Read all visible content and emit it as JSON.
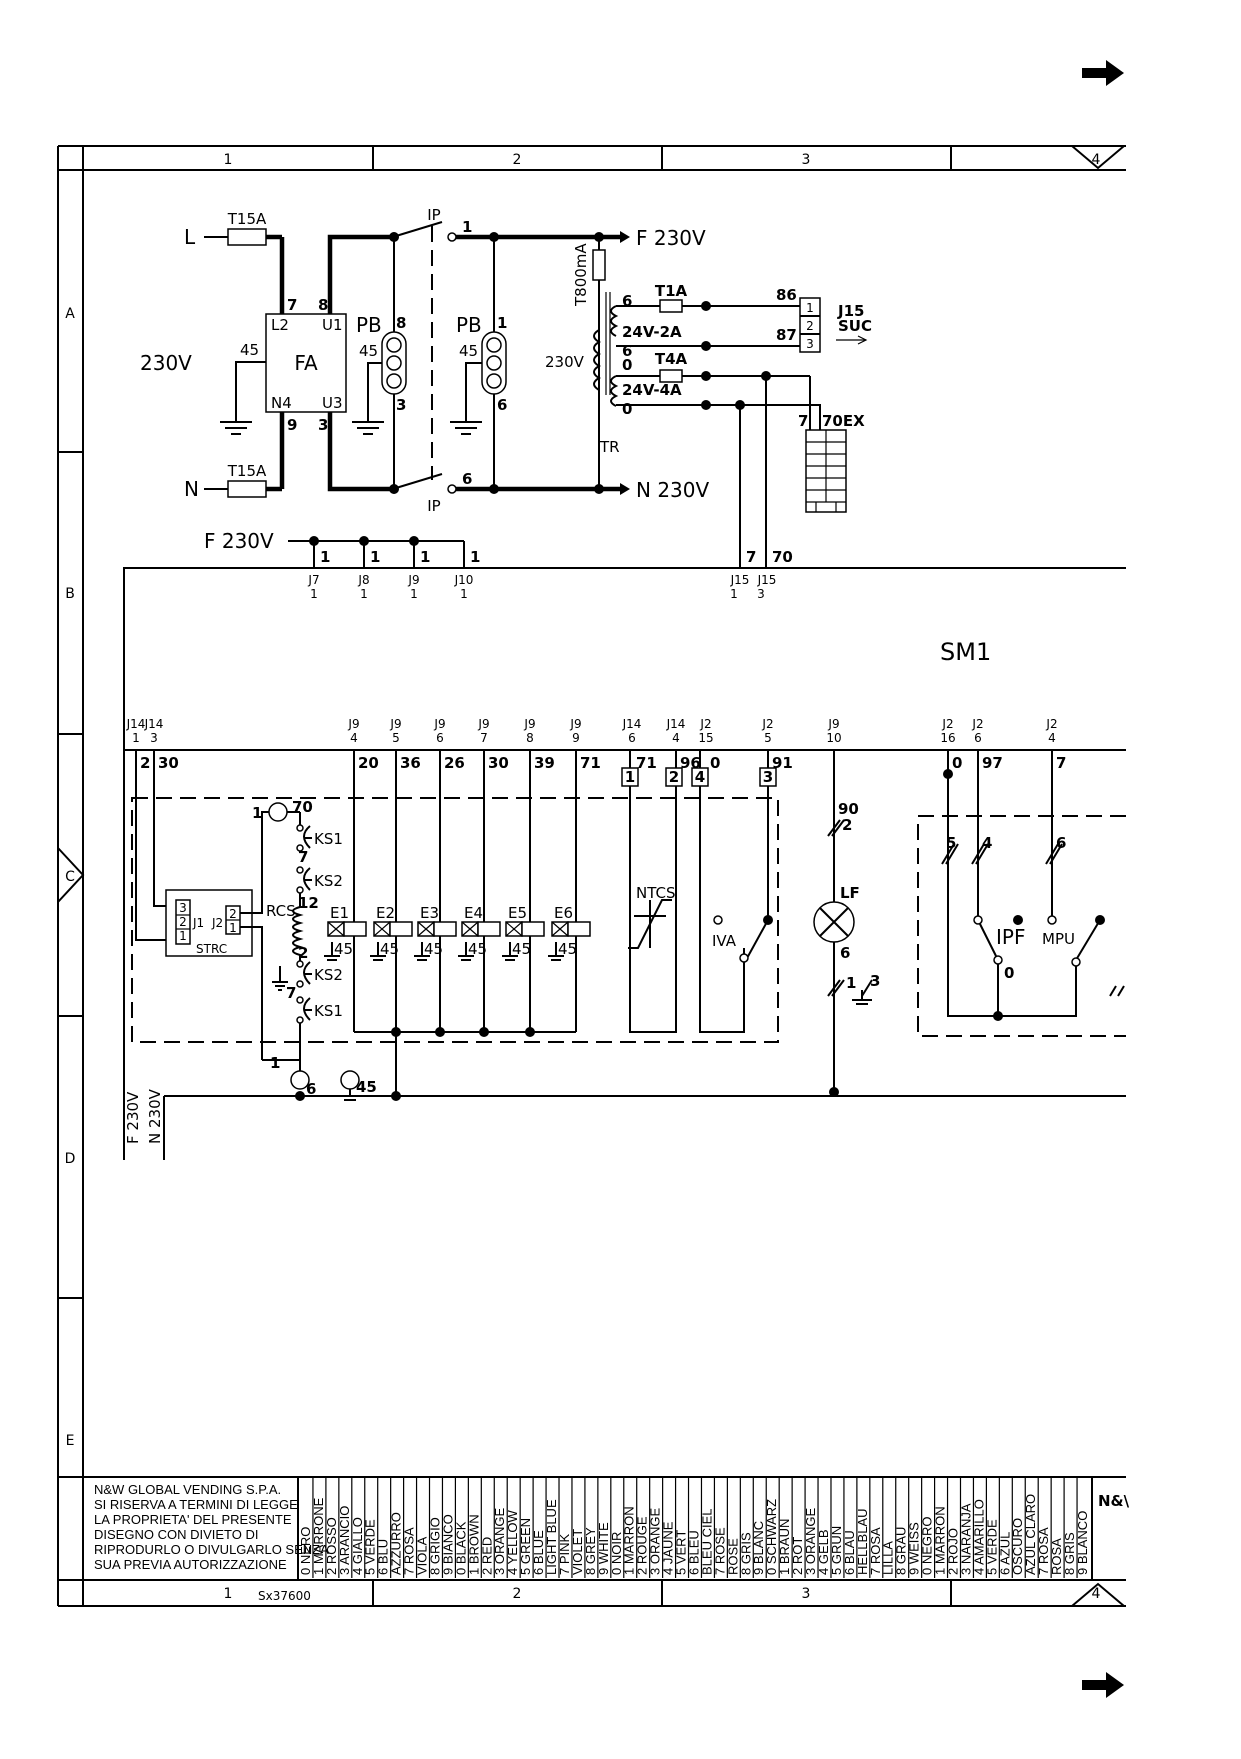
{
  "sheet": {
    "columns": [
      "1",
      "2",
      "3",
      "4"
    ],
    "rows": [
      "A",
      "B",
      "C",
      "D",
      "E"
    ],
    "drawing_number": "Sx37600"
  },
  "supply": {
    "line_label": "L",
    "neutral_label": "N",
    "fuse_l": "T15A",
    "fuse_n": "T15A",
    "voltage_left": "230V",
    "phase_out": "F 230V",
    "neutral_out": "N 230V",
    "phase_bus": "F 230V",
    "bottom_phase": "F 230V",
    "bottom_neutral": "N 230V"
  },
  "filter": {
    "name": "FA",
    "pins": [
      "L2",
      "U1",
      "N4",
      "U3"
    ],
    "wires": [
      "7",
      "8",
      "9",
      "3",
      "45"
    ]
  },
  "switches": {
    "ip_top": "IP",
    "ip_bottom": "IP",
    "ip_top_wire": "1",
    "ip_bottom_wire": "6",
    "pb1": {
      "name": "PB",
      "top": "8",
      "bottom": "3",
      "ground": "45"
    },
    "pb2": {
      "name": "PB",
      "top": "1",
      "bottom": "6",
      "ground": "45"
    }
  },
  "transformer": {
    "name": "TR",
    "fuse": "T800mA",
    "primary": "230V",
    "sec1": "24V-2A",
    "sec2": "24V-4A",
    "fuse1": "T1A",
    "fuse2": "T4A",
    "wires": [
      "6",
      "6",
      "0",
      "0"
    ],
    "out_86": "86",
    "out_87": "87",
    "j15": "J15",
    "suc": "SUC",
    "j15_pins": [
      "1",
      "2",
      "3"
    ],
    "ex_label": "70EX",
    "ex_wire": "7"
  },
  "bus_b": {
    "wires": [
      "1",
      "1",
      "1",
      "1",
      "7",
      "70"
    ],
    "connectors": [
      {
        "name": "J7",
        "pin": "1"
      },
      {
        "name": "J8",
        "pin": "1"
      },
      {
        "name": "J9",
        "pin": "1"
      },
      {
        "name": "J10",
        "pin": "1"
      },
      {
        "name": "J15",
        "pin": "1"
      },
      {
        "name": "J15",
        "pin": "3"
      }
    ]
  },
  "board": {
    "name": "SM1"
  },
  "bus_c": {
    "connectors": [
      {
        "name": "J14",
        "pin": "1",
        "wire": "2"
      },
      {
        "name": "J14",
        "pin": "3",
        "wire": "30"
      },
      {
        "name": "J9",
        "pin": "4",
        "wire": "20"
      },
      {
        "name": "J9",
        "pin": "5",
        "wire": "36"
      },
      {
        "name": "J9",
        "pin": "6",
        "wire": "26"
      },
      {
        "name": "J9",
        "pin": "7",
        "wire": "30"
      },
      {
        "name": "J9",
        "pin": "8",
        "wire": "39"
      },
      {
        "name": "J9",
        "pin": "9",
        "wire": "71"
      },
      {
        "name": "J14",
        "pin": "6",
        "wire": "71"
      },
      {
        "name": "J14",
        "pin": "4",
        "wire": "96"
      },
      {
        "name": "J2",
        "pin": "15",
        "wire": "0"
      },
      {
        "name": "J2",
        "pin": "5",
        "wire": "91"
      },
      {
        "name": "J9",
        "pin": "10",
        "wire": ""
      },
      {
        "name": "J2",
        "pin": "16",
        "wire": "0"
      },
      {
        "name": "J2",
        "pin": "6",
        "wire": "97"
      },
      {
        "name": "J2",
        "pin": "4",
        "wire": "7"
      }
    ],
    "boxed": [
      "1",
      "2",
      "4",
      "3"
    ]
  },
  "components": {
    "strc": "STRC",
    "strc_j1": "J1",
    "strc_j2": "J2",
    "strc_pins_left": [
      "3",
      "2",
      "1"
    ],
    "strc_pins_right": [
      "2",
      "1"
    ],
    "rcs": "RCS",
    "ks": [
      "KS1",
      "KS2",
      "KS2",
      "KS1"
    ],
    "ks_wires": [
      "1",
      "70",
      "7",
      "12",
      "2",
      "7",
      "1",
      "6",
      "45"
    ],
    "valves": [
      "E1",
      "E2",
      "E3",
      "E4",
      "E5",
      "E6"
    ],
    "valve_ground": "45",
    "ntcs": "NTCS",
    "iva": "IVA",
    "lf": "LF",
    "lf_wires": [
      "90",
      "2",
      "6",
      "1",
      "3"
    ],
    "ipf": "IPF",
    "ipf_wire": "0",
    "mpu": "MPU",
    "right_wires": [
      "5",
      "4",
      "6"
    ]
  },
  "title_block": {
    "company": "N&W GLOBAL VENDING S.P.A.",
    "lines": [
      "SI RISERVA A TERMINI DI LEGGE",
      "LA PROPRIETA' DEL PRESENTE",
      "DISEGNO CON DIVIETO DI",
      "RIPRODURLO O DIVULGARLO SENZA",
      "SUA PREVIA AUTORIZZAZIONE"
    ],
    "cut_text": "N&\\"
  },
  "color_legend": [
    "0 NERO",
    "1 MARRONE",
    "2 ROSSO",
    "3 ARANCIO",
    "4 GIALLO",
    "5 VERDE",
    "6 BLU",
    "AZZURRO",
    "7 ROSA",
    "VIOLA",
    "8 GRIGIO",
    "9 BIANCO",
    "0 BLACK",
    "1 BROWN",
    "2 RED",
    "3 ORANGE",
    "4 YELLOW",
    "5 GREEN",
    "6 BLUE",
    "LIGHT BLUE",
    "7 PINK",
    "VIOLET",
    "8 GREY",
    "9 WHITE",
    "0 NOIR",
    "1 MARRON",
    "2 ROUGE",
    "3 ORANGE",
    "4 JAUNE",
    "5 VERT",
    "6 BLEU",
    "BLEU CIEL",
    "7 ROSE",
    "ROSE",
    "8 GRIS",
    "9 BLANC",
    "0 SCHWARZ",
    "1 BRAUN",
    "2 ROT",
    "3 ORANGE",
    "4 GELB",
    "5 GRUN",
    "6 BLAU",
    "HELLBLAU",
    "7 ROSA",
    "LILLA",
    "8 GRAU",
    "9 WEISS",
    "0 NEGRO",
    "1 MARRON",
    "2 ROJO",
    "3 NARANJA",
    "4 AMARILLO",
    "5 VERDE",
    "6 AZUL",
    "OSCURO",
    "AZUL CLARO",
    "7 ROSA",
    "ROSA",
    "8 GRIS",
    "9 BLANCO"
  ]
}
